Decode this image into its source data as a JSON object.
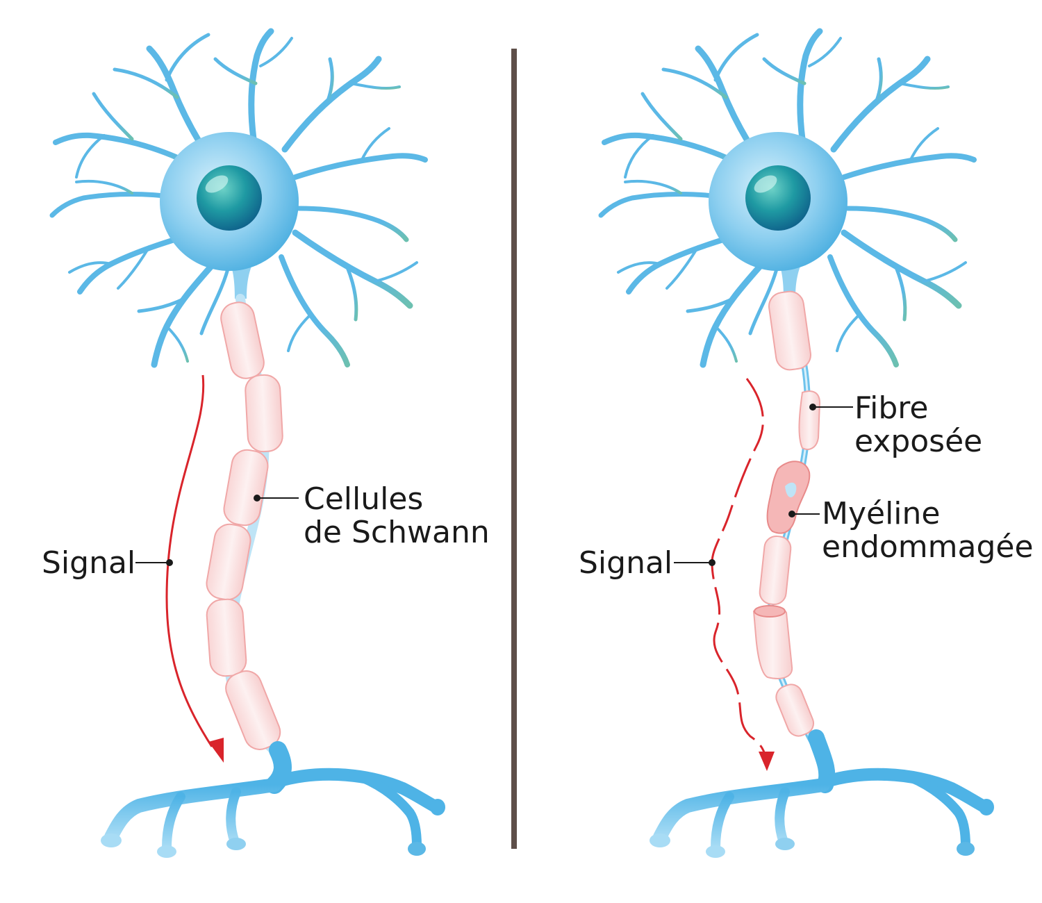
{
  "left_panel": {
    "signal_label": "Signal",
    "schwann_label_line1": "Cellules",
    "schwann_label_line2": "de Schwann"
  },
  "right_panel": {
    "signal_label": "Signal",
    "fibre_label_line1": "Fibre",
    "fibre_label_line2": "exposée",
    "myelin_label_line1": "Myéline",
    "myelin_label_line2": "endommagée"
  },
  "colors": {
    "neuron_blue": "#5bb8e6",
    "neuron_teal": "#6cc0b0",
    "nucleus": "#1f8f9a",
    "myelin_fill": "#fbe3e3",
    "myelin_stroke": "#f0a7a7",
    "signal_red": "#d9242b",
    "divider": "#5e4f49",
    "text": "#1a1a1a"
  }
}
